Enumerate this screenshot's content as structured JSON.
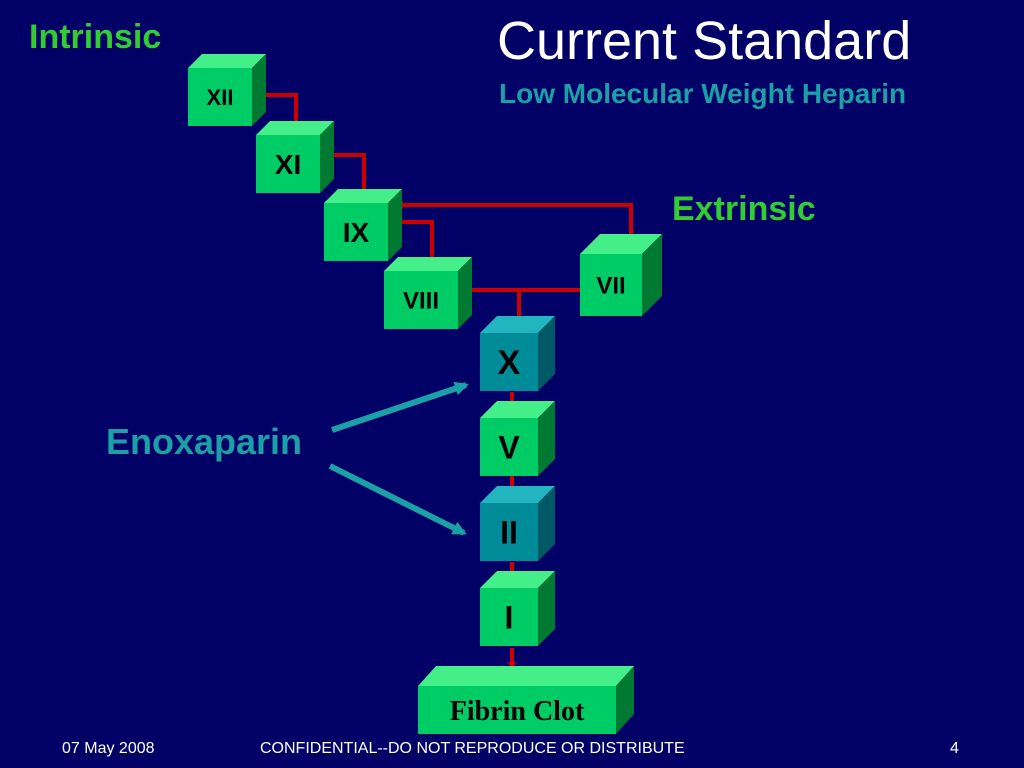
{
  "slide": {
    "title": "Current Standard",
    "subtitle": "Low Molecular Weight Heparin"
  },
  "labels": {
    "intrinsic": "Intrinsic",
    "extrinsic": "Extrinsic",
    "drug": "Enoxaparin"
  },
  "factors": [
    {
      "id": "XII",
      "label": "XII",
      "color": "green"
    },
    {
      "id": "XI",
      "label": "XI",
      "color": "green"
    },
    {
      "id": "IX",
      "label": "IX",
      "color": "green"
    },
    {
      "id": "VIII",
      "label": "VIII",
      "color": "green"
    },
    {
      "id": "VII",
      "label": "VII",
      "color": "green"
    },
    {
      "id": "X",
      "label": "X",
      "color": "teal"
    },
    {
      "id": "V",
      "label": "V",
      "color": "green"
    },
    {
      "id": "II",
      "label": "II",
      "color": "teal"
    },
    {
      "id": "I",
      "label": "I",
      "color": "green"
    }
  ],
  "result": {
    "label": "Fibrin Clot"
  },
  "footer": {
    "date": "07 May 2008",
    "confidential": "CONFIDENTIAL--DO NOT REPRODUCE OR DISTRIBUTE",
    "page": "4"
  },
  "colors": {
    "background": "#000066",
    "box_green": "#00cc66",
    "box_teal": "#008b99",
    "connector": "#cc0000",
    "drug_arrow": "#1aa0a6",
    "title": "#ffffff",
    "label_green": "#33cc33",
    "label_teal": "#1aa0a6"
  }
}
